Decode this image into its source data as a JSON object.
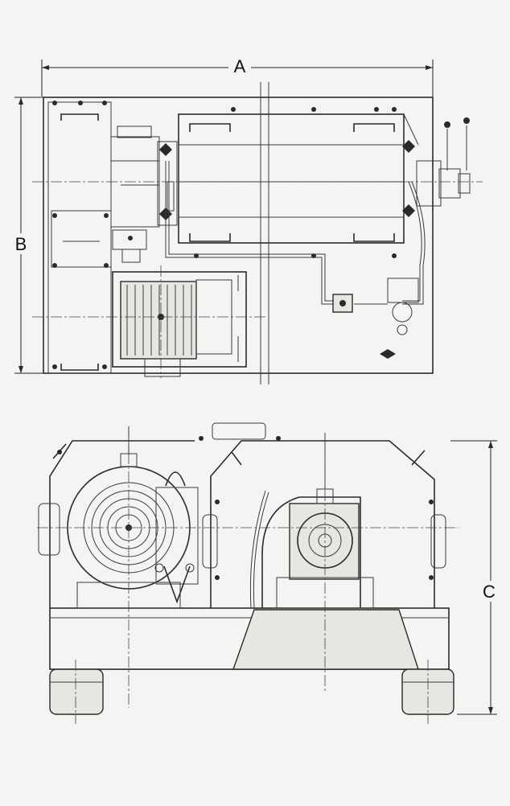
{
  "dimensions": {
    "a": "A",
    "b": "B",
    "c": "C"
  },
  "colors": {
    "paper": "#f4f4f2",
    "ink": "#2a2a2a"
  }
}
